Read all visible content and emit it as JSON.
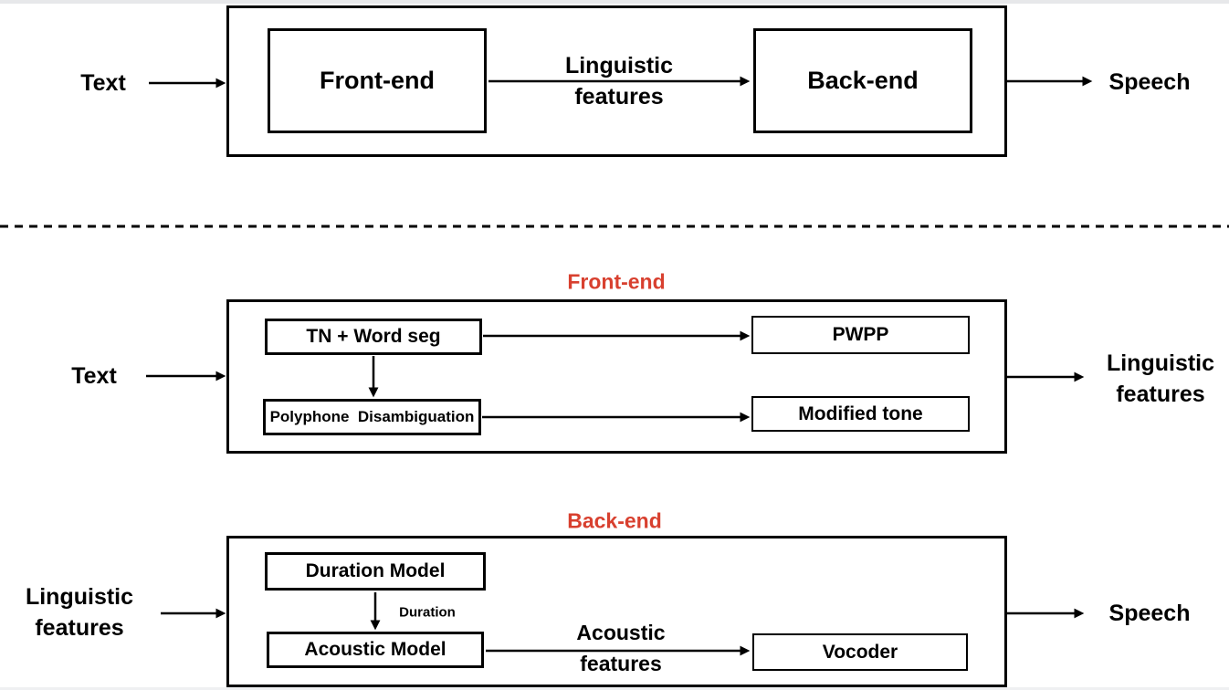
{
  "colors": {
    "accent_red": "#d8402f",
    "diagram_line": "#000000"
  },
  "overview": {
    "input_label": "Text",
    "frontend_box": "Front-end",
    "link_label": "Linguistic\nfeatures",
    "backend_box": "Back-end",
    "output_label": "Speech"
  },
  "frontend_detail": {
    "title": "Front-end",
    "input_label": "Text",
    "tn_word_seg_box": "TN + Word seg",
    "pwpp_box": "PWPP",
    "polyphone_box": "Polyphone  Disambiguation",
    "modified_tone_box": "Modified tone",
    "output_label": "Linguistic\nfeatures"
  },
  "backend_detail": {
    "title": "Back-end",
    "input_label": "Linguistic\nfeatures",
    "duration_model_box": "Duration Model",
    "duration_arrow_label": "Duration",
    "acoustic_model_box": "Acoustic Model",
    "acoustic_features_label": "Acoustic\nfeatures",
    "vocoder_box": "Vocoder",
    "output_label": "Speech"
  }
}
